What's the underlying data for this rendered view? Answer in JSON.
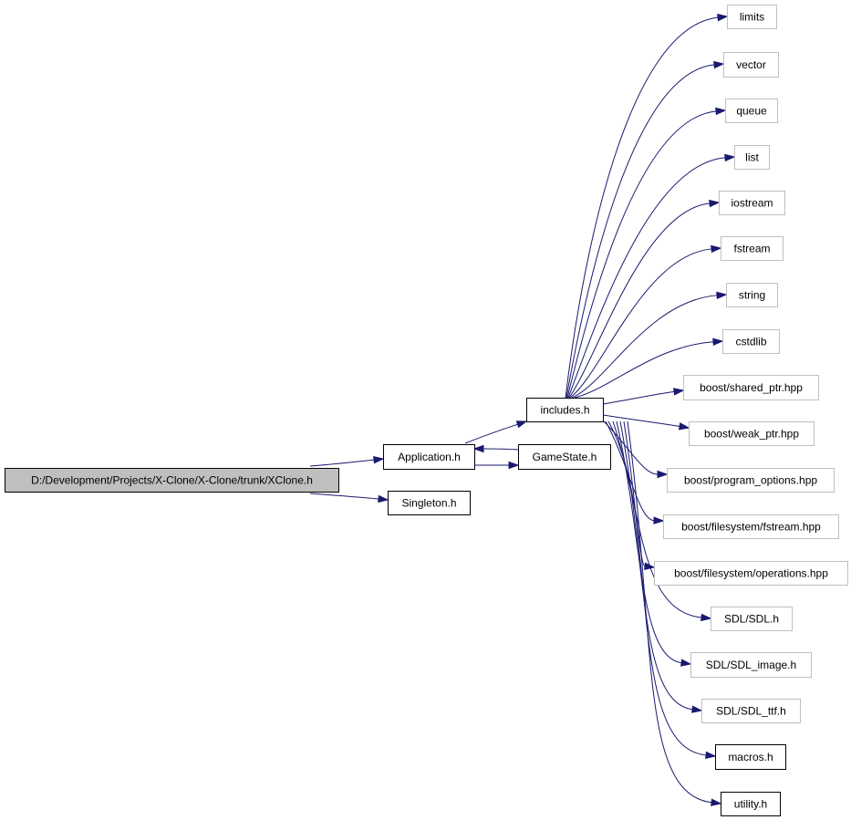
{
  "colors": {
    "edge": "#191970",
    "root_fill": "#bfbfbf",
    "root_border": "#000000",
    "local_border": "#000000",
    "external_border": "#bfbfbf",
    "node_fill": "#ffffff",
    "text": "#000000"
  },
  "nodes": [
    {
      "id": "xclone",
      "label": "D:/Development/Projects/X-Clone/X-Clone/trunk/XClone.h",
      "kind": "root"
    },
    {
      "id": "application",
      "label": "Application.h",
      "kind": "local"
    },
    {
      "id": "singleton",
      "label": "Singleton.h",
      "kind": "local"
    },
    {
      "id": "includes",
      "label": "includes.h",
      "kind": "local"
    },
    {
      "id": "gamestate",
      "label": "GameState.h",
      "kind": "local"
    },
    {
      "id": "limits",
      "label": "limits",
      "kind": "external"
    },
    {
      "id": "vector",
      "label": "vector",
      "kind": "external"
    },
    {
      "id": "queue",
      "label": "queue",
      "kind": "external"
    },
    {
      "id": "list",
      "label": "list",
      "kind": "external"
    },
    {
      "id": "iostream",
      "label": "iostream",
      "kind": "external"
    },
    {
      "id": "fstream",
      "label": "fstream",
      "kind": "external"
    },
    {
      "id": "string",
      "label": "string",
      "kind": "external"
    },
    {
      "id": "cstdlib",
      "label": "cstdlib",
      "kind": "external"
    },
    {
      "id": "shared_ptr",
      "label": "boost/shared_ptr.hpp",
      "kind": "external"
    },
    {
      "id": "weak_ptr",
      "label": "boost/weak_ptr.hpp",
      "kind": "external"
    },
    {
      "id": "program_options",
      "label": "boost/program_options.hpp",
      "kind": "external"
    },
    {
      "id": "fs_fstream",
      "label": "boost/filesystem/fstream.hpp",
      "kind": "external"
    },
    {
      "id": "fs_operations",
      "label": "boost/filesystem/operations.hpp",
      "kind": "external"
    },
    {
      "id": "sdl",
      "label": "SDL/SDL.h",
      "kind": "external"
    },
    {
      "id": "sdl_image",
      "label": "SDL/SDL_image.h",
      "kind": "external"
    },
    {
      "id": "sdl_ttf",
      "label": "SDL/SDL_ttf.h",
      "kind": "external"
    },
    {
      "id": "macros",
      "label": "macros.h",
      "kind": "local"
    },
    {
      "id": "utility",
      "label": "utility.h",
      "kind": "local"
    }
  ],
  "edges": [
    {
      "from": "xclone",
      "to": "application"
    },
    {
      "from": "xclone",
      "to": "singleton"
    },
    {
      "from": "application",
      "to": "includes"
    },
    {
      "from": "application",
      "to": "gamestate"
    },
    {
      "from": "gamestate",
      "to": "application"
    },
    {
      "from": "includes",
      "to": "limits"
    },
    {
      "from": "includes",
      "to": "vector"
    },
    {
      "from": "includes",
      "to": "queue"
    },
    {
      "from": "includes",
      "to": "list"
    },
    {
      "from": "includes",
      "to": "iostream"
    },
    {
      "from": "includes",
      "to": "fstream"
    },
    {
      "from": "includes",
      "to": "string"
    },
    {
      "from": "includes",
      "to": "cstdlib"
    },
    {
      "from": "includes",
      "to": "shared_ptr"
    },
    {
      "from": "includes",
      "to": "weak_ptr"
    },
    {
      "from": "includes",
      "to": "program_options"
    },
    {
      "from": "includes",
      "to": "fs_fstream"
    },
    {
      "from": "includes",
      "to": "fs_operations"
    },
    {
      "from": "includes",
      "to": "sdl"
    },
    {
      "from": "includes",
      "to": "sdl_image"
    },
    {
      "from": "includes",
      "to": "sdl_ttf"
    },
    {
      "from": "includes",
      "to": "macros"
    },
    {
      "from": "includes",
      "to": "utility"
    }
  ]
}
